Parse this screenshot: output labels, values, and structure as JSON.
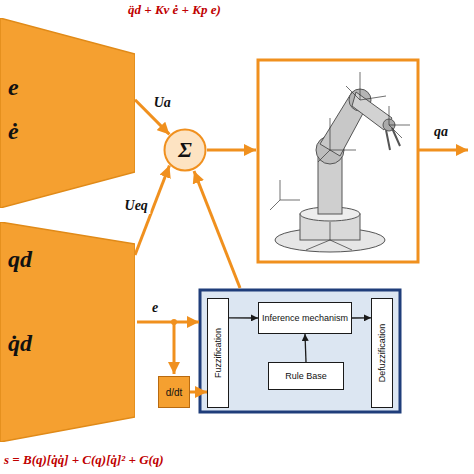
{
  "diagram": {
    "nodes": [
      {
        "text": [
          "e",
          "ė"
        ]
      },
      {
        "text": [
          "qd",
          "q̇d"
        ]
      },
      {
        "text": [
          "Σ"
        ]
      },
      {
        "text": [
          "Fuzzification"
        ]
      },
      {
        "text": [
          "Inference mechanism"
        ]
      },
      {
        "text": [
          "Rule Base"
        ]
      },
      {
        "text": [
          "Defuzzification"
        ]
      },
      {
        "text": [
          "d/dt"
        ]
      }
    ],
    "edges": [
      {
        "from": 0,
        "to": 2,
        "arrow": "to",
        "label": "Ua"
      },
      {
        "from": 1,
        "to": 2,
        "arrow": "to",
        "label": "Ueq"
      },
      {
        "from": 3,
        "to": 4,
        "arrow": "to"
      },
      {
        "from": 5,
        "to": 4,
        "arrow": "to"
      },
      {
        "from": 4,
        "to": 6,
        "arrow": "to"
      },
      {
        "from": 7,
        "to": 3,
        "arrow": "to"
      }
    ],
    "labels": [
      "q̈d + Kv ė + Kp e)",
      "qa",
      "e",
      "s = B(q)[q̇q̇] + C(q)[q̇]² + G(q)"
    ]
  }
}
